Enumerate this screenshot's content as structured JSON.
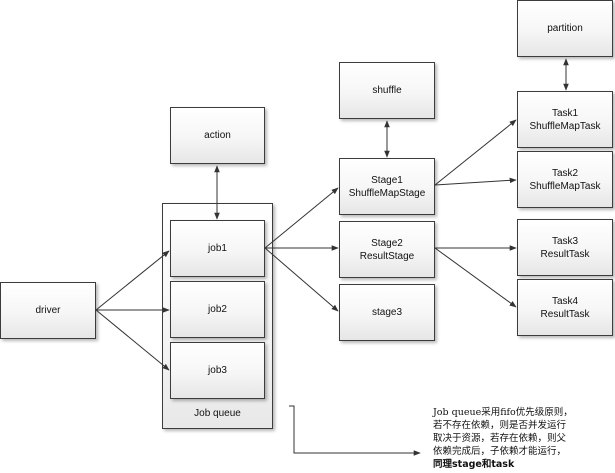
{
  "nodes": {
    "driver": {
      "label": "driver"
    },
    "action": {
      "label": "action"
    },
    "shuffle": {
      "label": "shuffle"
    },
    "partition": {
      "label": "partition"
    },
    "job1": {
      "label": "job1"
    },
    "job2": {
      "label": "job2"
    },
    "job3": {
      "label": "job3"
    },
    "stage1": {
      "line1": "Stage1",
      "line2": "ShuffleMapStage"
    },
    "stage2": {
      "line1": "Stage2",
      "line2": "ResultStage"
    },
    "stage3": {
      "label": "stage3"
    },
    "task1": {
      "line1": "Task1",
      "line2": "ShuffleMapTask"
    },
    "task2": {
      "line1": "Task2",
      "line2": "ShuffleMapTask"
    },
    "task3": {
      "line1": "Task3",
      "line2": "ResultTask"
    },
    "task4": {
      "line1": "Task4",
      "line2": "ResultTask"
    }
  },
  "job_queue": {
    "label": "Job queue"
  },
  "note": {
    "line1": "Job queue采用fifo优先级原则，",
    "line2": "若不存在依赖，则是否并发运行",
    "line3": "取决于资源，若存在依赖，则父",
    "line4": "依赖完成后，子依赖才能运行，",
    "line5": "同理stage和task"
  }
}
